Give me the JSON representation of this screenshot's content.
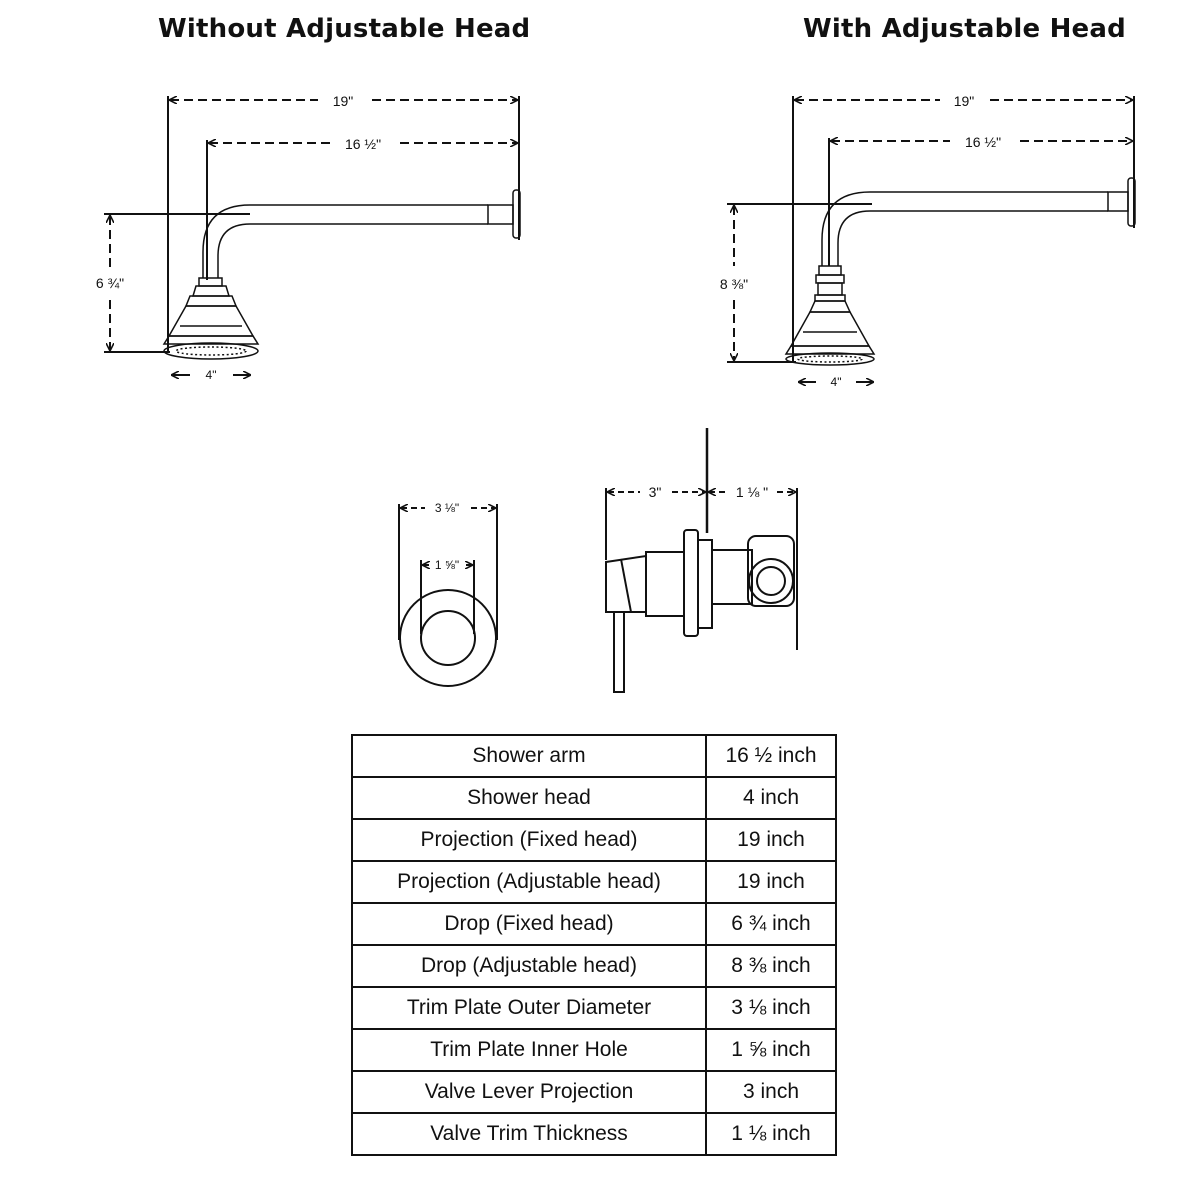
{
  "headings": {
    "without": "Without Adjustable Head",
    "with": "With Adjustable Head"
  },
  "left_diagram": {
    "projection": "19\"",
    "arm": "16 ½\"",
    "drop": "6 ¾\"",
    "head": "4\""
  },
  "right_diagram": {
    "projection": "19\"",
    "arm": "16 ½\"",
    "drop": "8 ⅜\"",
    "head": "4\""
  },
  "trim_plate": {
    "outer": "3 ⅛\"",
    "inner": "1 ⅝\""
  },
  "valve": {
    "lever": "3\"",
    "thickness": "1 ⅛ \""
  },
  "table": {
    "rows": [
      {
        "label": "Shower arm",
        "value": "16 ½ inch"
      },
      {
        "label": "Shower head",
        "value": "4 inch"
      },
      {
        "label": "Projection (Fixed head)",
        "value": "19 inch"
      },
      {
        "label": "Projection (Adjustable head)",
        "value": "19 inch"
      },
      {
        "label": "Drop (Fixed head)",
        "value": "6 ¾ inch"
      },
      {
        "label": "Drop (Adjustable head)",
        "value": "8 ⅜ inch"
      },
      {
        "label": "Trim Plate Outer Diameter",
        "value": "3 ⅛ inch"
      },
      {
        "label": "Trim Plate Inner Hole",
        "value": "1 ⅝ inch"
      },
      {
        "label": "Valve Lever Projection",
        "value": "3 inch"
      },
      {
        "label": "Valve Trim Thickness",
        "value": "1 ⅛ inch"
      }
    ]
  }
}
